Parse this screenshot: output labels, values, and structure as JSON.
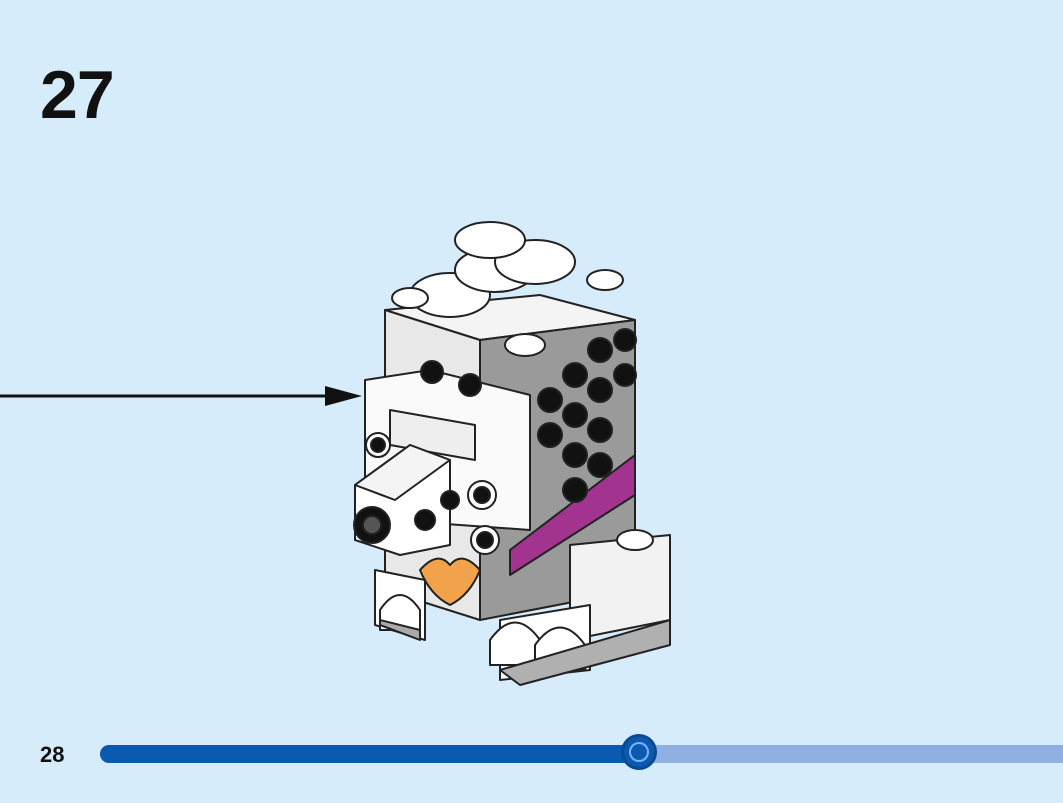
{
  "step": {
    "number": "27"
  },
  "page": {
    "number": "28"
  },
  "progress": {
    "fraction": 0.55
  },
  "colors": {
    "background": "#d6ecfb",
    "progress_fill": "#0a5bb0",
    "progress_track": "#8fb0e0",
    "collar": "#a2338f",
    "heart": "#f2a24a"
  },
  "icons": {
    "pointer": "arrow-right-icon",
    "model": "brick-poodle-model"
  }
}
